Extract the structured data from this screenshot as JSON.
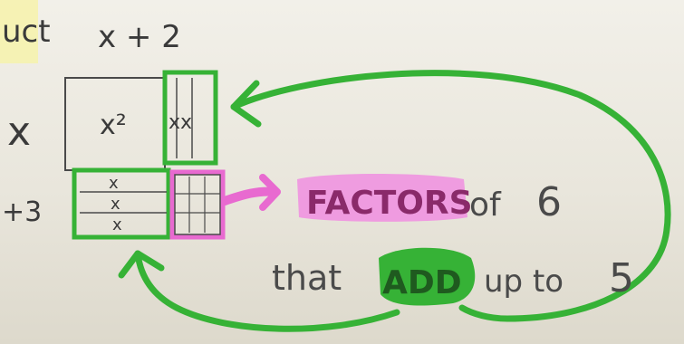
{
  "labels": {
    "top_left": "uct",
    "top": "x + 2",
    "left_x": "x",
    "left_plus3": "+3",
    "cell_x2": "x²",
    "cell_x": "x",
    "cell_xx": "xx"
  },
  "annotation": {
    "factors": "FACTORS",
    "of": "of",
    "six": "6",
    "that": "that",
    "add": "ADD",
    "up_to": "up to",
    "five": "5"
  },
  "colors": {
    "green": "#36b236",
    "pink": "#e86ad0",
    "pencil": "#4a4a4a"
  }
}
